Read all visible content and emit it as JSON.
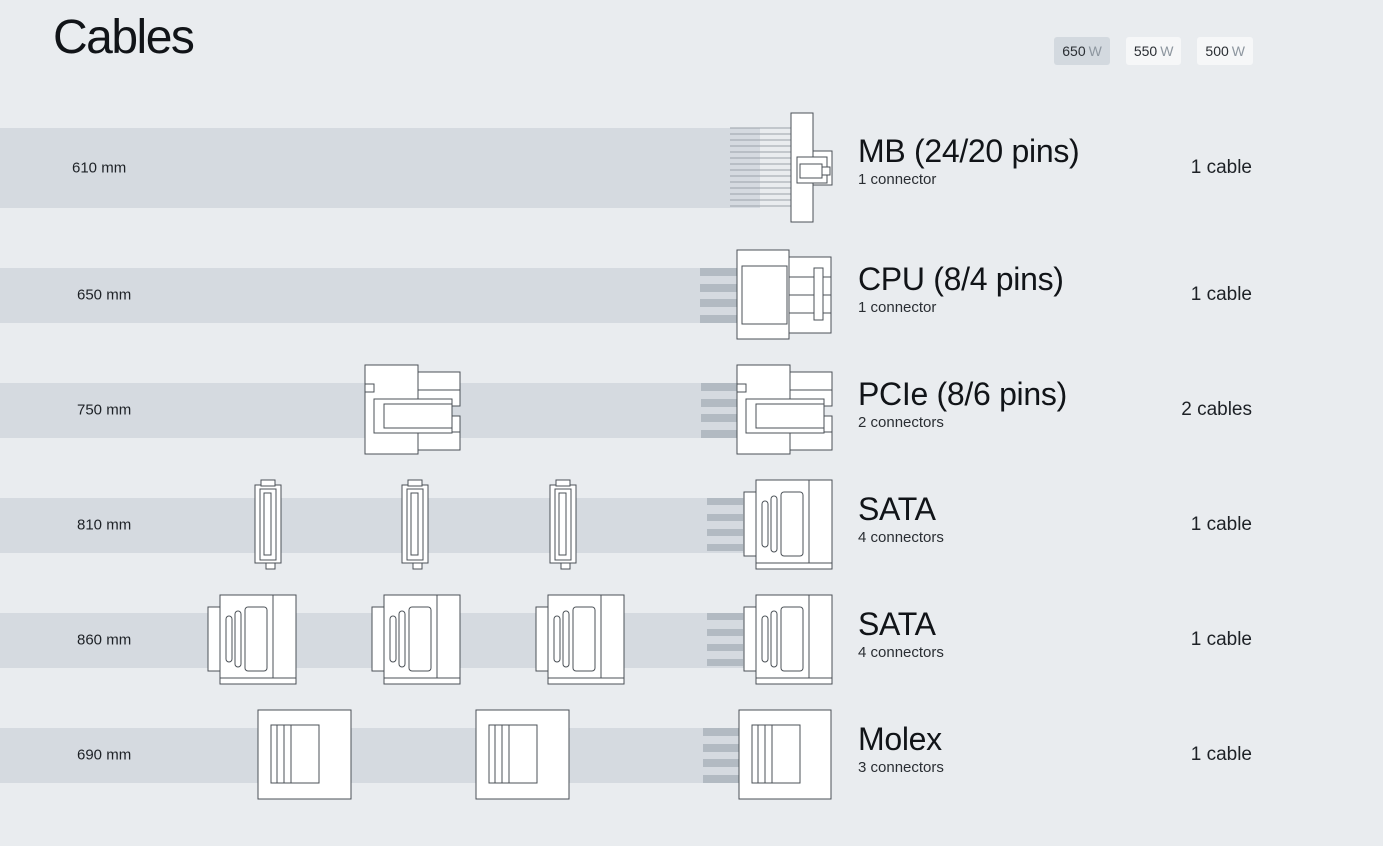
{
  "page": {
    "title": "Cables"
  },
  "wattage": {
    "options": [
      {
        "value": "650",
        "unit": "W",
        "active": true
      },
      {
        "value": "550",
        "unit": "W",
        "active": false
      },
      {
        "value": "500",
        "unit": "W",
        "active": false
      }
    ]
  },
  "cables": [
    {
      "length": "610 mm",
      "name": "MB (24/20 pins)",
      "connectors": "1 connector",
      "count": "1 cable"
    },
    {
      "length": "650 mm",
      "name": "CPU (8/4 pins)",
      "connectors": "1 connector",
      "count": "1 cable"
    },
    {
      "length": "750 mm",
      "name": "PCIe (8/6 pins)",
      "connectors": "2 connectors",
      "count": "2 cables"
    },
    {
      "length": "810 mm",
      "name": "SATA",
      "connectors": "4 connectors",
      "count": "1 cable"
    },
    {
      "length": "860 mm",
      "name": "SATA",
      "connectors": "4 connectors",
      "count": "1 cable"
    },
    {
      "length": "690 mm",
      "name": "Molex",
      "connectors": "3 connectors",
      "count": "1 cable"
    }
  ],
  "icons": {
    "mb": "mb-24pin-connector-icon",
    "cpu": "cpu-8pin-connector-icon",
    "pcie": "pcie-8pin-connector-icon",
    "sata_slim": "sata-connector-side-icon",
    "sata": "sata-connector-icon",
    "molex": "molex-connector-icon"
  },
  "colors": {
    "background": "#e9ecef",
    "cable_band": "#d5dae0",
    "active_button": "#d3d9df",
    "text": "#111418"
  }
}
